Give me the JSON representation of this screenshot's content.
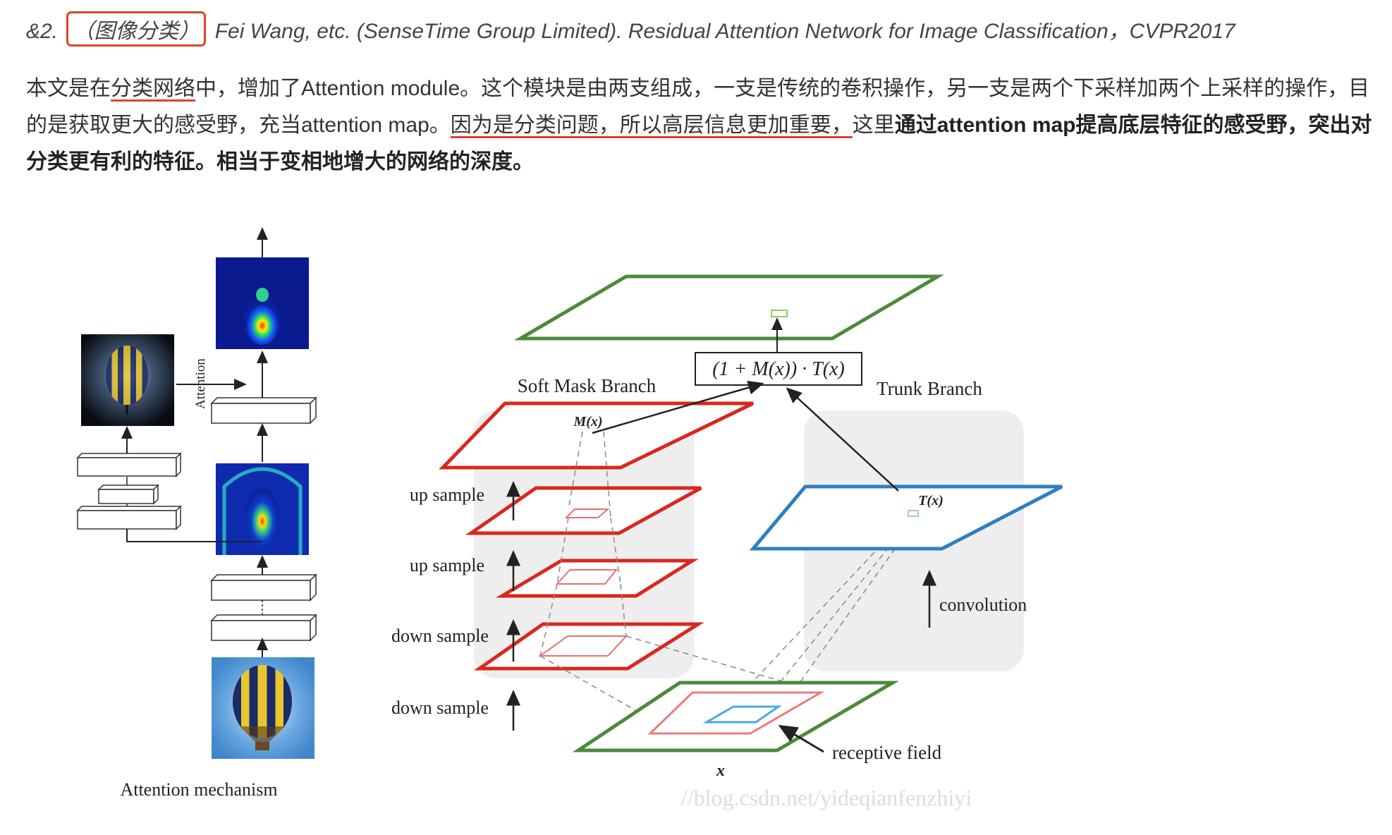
{
  "reference": {
    "prefix": "&2.",
    "tag": "（图像分类）",
    "citation": "Fei Wang, etc. (SenseTime Group Limited). Residual Attention Network for Image Classification，CVPR2017"
  },
  "paragraph": {
    "p1": "本文是在",
    "u1": "分类网络",
    "p2": "中，增加了Attention module。这个模块是由两支组成，一支是传统的卷积操作，另一支是两个下采样加两个上采样的操作，目的是获取更大的感受野，充当attention map。",
    "u2": "因为是分类问题，所以高层信息更加重要，",
    "p3": "这里",
    "b1": "通过attention map提高底层特征的感受野，突出对分类更有利的特征。相当于变相地增大的网络的深度。"
  },
  "figure": {
    "attention_label": "Attention",
    "left_caption": "Attention mechanism",
    "soft_mask_title": "Soft Mask Branch",
    "trunk_title": "Trunk Branch",
    "formula": "(1 + M(x)) · T(x)",
    "mx_label": "M(x)",
    "tx_label": "T(x)",
    "up_sample_1": "up sample",
    "up_sample_2": "up sample",
    "down_sample_1": "down sample",
    "down_sample_2": "down sample",
    "convolution": "convolution",
    "receptive_field": "receptive field",
    "x_label": "x",
    "watermark": "//blog.csdn.net/yideqianfenzhiyi"
  },
  "colors": {
    "red": "#d9281e",
    "green": "#4b8a3b",
    "blue": "#2c7fc3",
    "highlight": "#e0422d"
  }
}
